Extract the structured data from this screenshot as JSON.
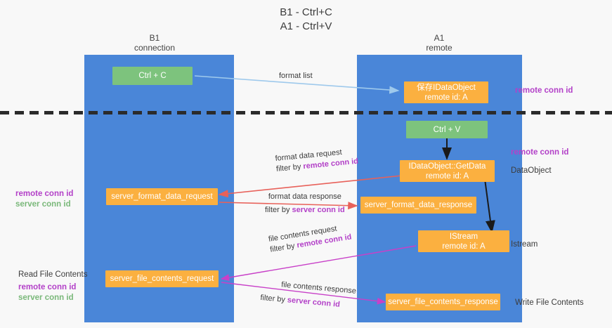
{
  "title": {
    "line1": "B1 - Ctrl+C",
    "line2": "A1 - Ctrl+V"
  },
  "columns": [
    {
      "name": "B1",
      "sub": "connection"
    },
    {
      "name": "A1",
      "sub": "remote"
    }
  ],
  "colors": {
    "lane": "#4a86d8",
    "green_node": "#7dc37d",
    "orange_node": "#fbb040",
    "purple_text": "#b341c8",
    "green_text": "#7ab87a",
    "blue_arrow": "#9ec9ec",
    "red_arrow": "#e8615a",
    "magenta_arrow": "#c840c8",
    "black_arrow": "#1a1a1a",
    "divider": "#2b2b2b",
    "background": "#f8f8f8"
  },
  "nodes": [
    {
      "id": "ctrl-c",
      "label": "Ctrl + C",
      "sub": "",
      "color": "green"
    },
    {
      "id": "save-idataobject",
      "label": "保存IDataObject",
      "sub": "remote id: A",
      "color": "orange"
    },
    {
      "id": "ctrl-v",
      "label": "Ctrl + V",
      "sub": "",
      "color": "green"
    },
    {
      "id": "idataobject-getdata",
      "label": "IDataObject::GetData",
      "sub": "remote id: A",
      "color": "orange"
    },
    {
      "id": "server-format-data-request",
      "label": "server_format_data_request",
      "sub": "",
      "color": "orange"
    },
    {
      "id": "server-format-data-response",
      "label": "server_format_data_response",
      "sub": "",
      "color": "orange"
    },
    {
      "id": "istream",
      "label": "IStream",
      "sub": "remote id: A",
      "color": "orange"
    },
    {
      "id": "server-file-contents-request",
      "label": "server_file_contents_request",
      "sub": "",
      "color": "orange"
    },
    {
      "id": "server-file-contents-response",
      "label": "server_file_contents_response",
      "sub": "",
      "color": "orange"
    }
  ],
  "edge_labels": {
    "format_list": "format list",
    "format_data_request": "format data request",
    "format_data_request_filter_prefix": "filter by ",
    "format_data_request_filter_key": "remote conn id",
    "format_data_response": "format data response",
    "format_data_response_filter_prefix": "filter by ",
    "format_data_response_filter_key": "server conn id",
    "file_contents_request": "file contents request",
    "file_contents_request_filter_prefix": "filter by ",
    "file_contents_request_filter_key": "remote conn id",
    "file_contents_response": "file contents response",
    "file_contents_response_filter_prefix": "filter by ",
    "file_contents_response_filter_key": "server conn id"
  },
  "right_labels": {
    "remote_conn_id_top": "remote conn id",
    "remote_conn_id_mid": "remote conn id",
    "dataobject": "DataObject",
    "istream": "Istream",
    "write_file_contents": "Write File Contents"
  },
  "left_labels": {
    "remote_conn_id": "remote conn id",
    "server_conn_id": "server conn id",
    "read_file_contents": "Read File Contents",
    "remote_conn_id_2": "remote conn id",
    "server_conn_id_2": "server conn id"
  }
}
